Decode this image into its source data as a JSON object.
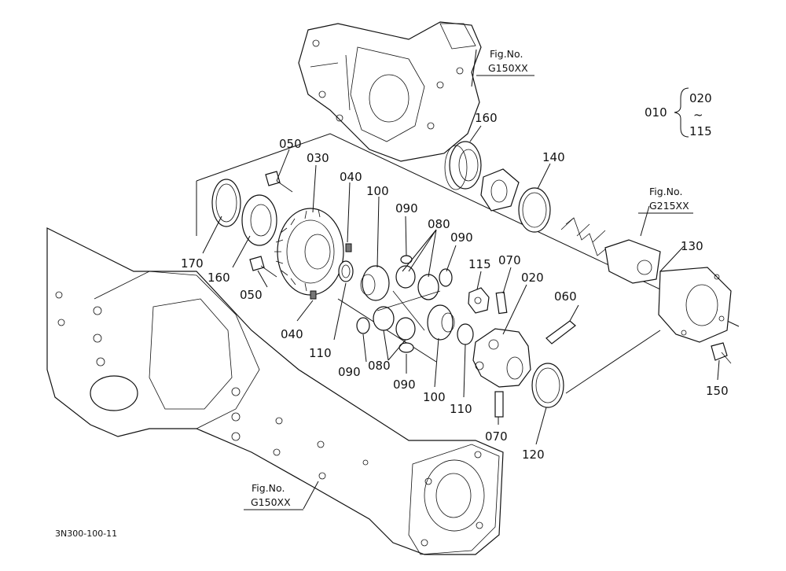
{
  "drawing_code": "3N300-100-11",
  "fig_refs": [
    {
      "id": "ref-top",
      "line1": "Fig.No.",
      "line2": "G150XX"
    },
    {
      "id": "ref-mid",
      "line1": "Fig.No.",
      "line2": "G215XX"
    },
    {
      "id": "ref-bottom",
      "line1": "Fig.No.",
      "line2": "G150XX"
    }
  ],
  "group": {
    "assembly": "010",
    "from": "020",
    "tilde": "~",
    "to": "115"
  },
  "callouts": [
    {
      "id": "c-050a",
      "text": "050"
    },
    {
      "id": "c-030",
      "text": "030"
    },
    {
      "id": "c-040a",
      "text": "040"
    },
    {
      "id": "c-100a",
      "text": "100"
    },
    {
      "id": "c-090a",
      "text": "090"
    },
    {
      "id": "c-080a",
      "text": "080"
    },
    {
      "id": "c-090b",
      "text": "090"
    },
    {
      "id": "c-160a",
      "text": "160"
    },
    {
      "id": "c-140",
      "text": "140"
    },
    {
      "id": "c-170",
      "text": "170"
    },
    {
      "id": "c-160b",
      "text": "160"
    },
    {
      "id": "c-050b",
      "text": "050"
    },
    {
      "id": "c-040b",
      "text": "040"
    },
    {
      "id": "c-110a",
      "text": "110"
    },
    {
      "id": "c-115",
      "text": "115"
    },
    {
      "id": "c-070a",
      "text": "070"
    },
    {
      "id": "c-020",
      "text": "020"
    },
    {
      "id": "c-060",
      "text": "060"
    },
    {
      "id": "c-130",
      "text": "130"
    },
    {
      "id": "c-090c",
      "text": "090"
    },
    {
      "id": "c-080b",
      "text": "080"
    },
    {
      "id": "c-090d",
      "text": "090"
    },
    {
      "id": "c-100b",
      "text": "100"
    },
    {
      "id": "c-110b",
      "text": "110"
    },
    {
      "id": "c-070b",
      "text": "070"
    },
    {
      "id": "c-120",
      "text": "120"
    },
    {
      "id": "c-150",
      "text": "150"
    }
  ]
}
